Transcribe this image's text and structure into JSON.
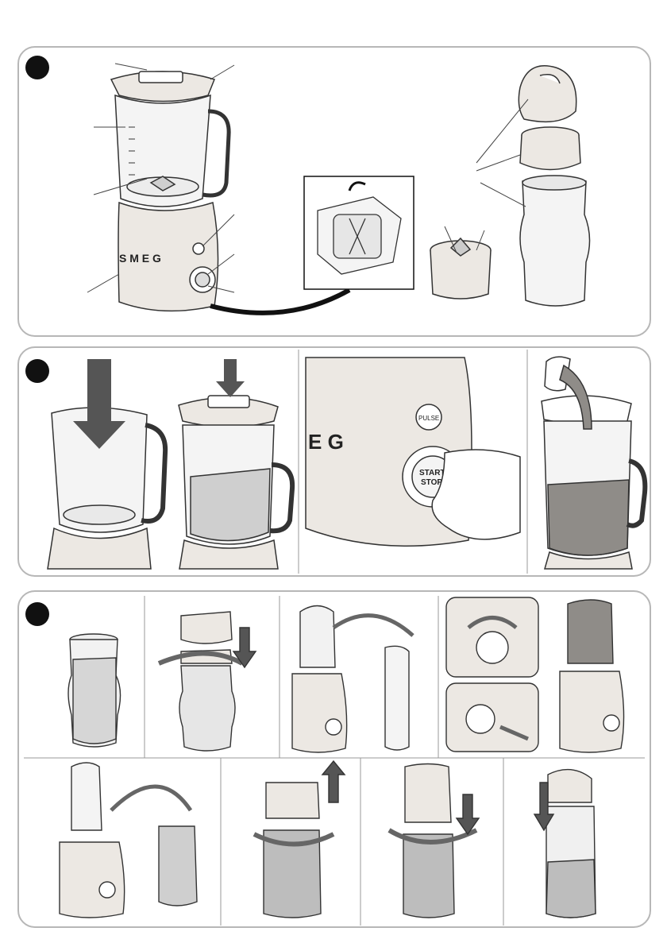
{
  "page": {
    "background": "#ffffff"
  },
  "colors": {
    "frame": "#b7b7b7",
    "line": "#333333",
    "cream": "#ece8e3",
    "juice": "#8f8c88",
    "glass": "#f1f1f1",
    "food": "#cfcfcf"
  },
  "panels": [
    {
      "id": "components",
      "step_marker": "filled-black-circle"
    },
    {
      "id": "jug-usage",
      "step_marker": "filled-black-circle"
    },
    {
      "id": "bottle-usage",
      "step_marker": "filled-black-circle"
    }
  ],
  "knob": {
    "start_stop_label": "START STOP",
    "pulse_label": "PULSE"
  },
  "brand_letters": [
    "S",
    "M",
    "E",
    "G"
  ],
  "icons": [
    "arrow-down-icon",
    "arrow-curved-icon",
    "rotate-arrow-icon",
    "hand-icon"
  ]
}
